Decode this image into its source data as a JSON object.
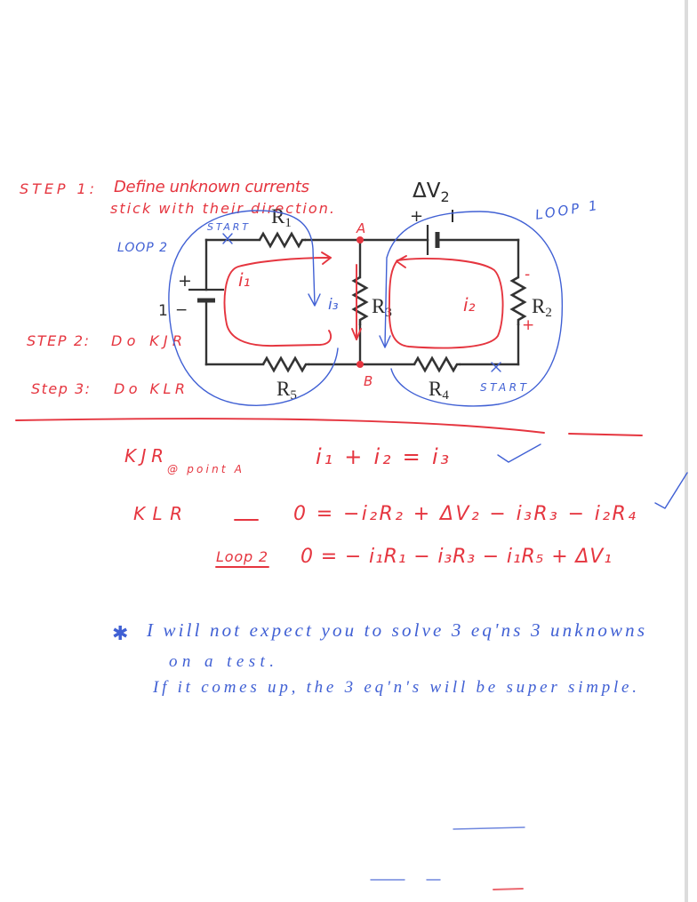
{
  "colors": {
    "red_pen": "#e5353f",
    "blue_pen": "#4060d4",
    "circuit_ink": "#333333"
  },
  "notes": {
    "step1": {
      "label": "STEP 1:",
      "line1": "Define unknown currents",
      "line2": "stick with their direction."
    },
    "step2": {
      "label": "STEP 2:",
      "text": "Do KJR"
    },
    "step3": {
      "label": "Step 3:",
      "text": "Do KLR"
    }
  },
  "circuit": {
    "r1": {
      "symbol": "R",
      "index": "1"
    },
    "r2": {
      "symbol": "R",
      "index": "2"
    },
    "r3": {
      "symbol": "R",
      "index": "3"
    },
    "r4": {
      "symbol": "R",
      "index": "4"
    },
    "r5": {
      "symbol": "R",
      "index": "5"
    },
    "battery2": {
      "symbol": "ΔV",
      "index": "2",
      "plus": "+"
    },
    "battery1": {
      "index": "1",
      "plus": "+",
      "minus": "−"
    },
    "nodes": {
      "a": "A",
      "b": "B"
    },
    "currents": {
      "i1": "i₁",
      "i2": "i₂",
      "i3": "i₃"
    },
    "r2_polarity": {
      "top": "-",
      "bottom": "+"
    },
    "loops": {
      "loop1": "LOOP 1",
      "loop2": "LOOP 2",
      "start_left": "START",
      "start_right": "START"
    }
  },
  "equations": {
    "kjr": {
      "label": "KJR",
      "note": "@ point A",
      "equation": "i₁ + i₂ = i₃"
    },
    "klr": {
      "label": "KLR",
      "equation": "0 = −i₂R₂ + ΔV₂ − i₃R₃ − i₂R₄"
    },
    "loop2": {
      "label": "Loop 2",
      "equation": "0 = − i₁R₁ − i₃R₃ − i₁R₅ + ΔV₁"
    }
  },
  "footnote": {
    "marker": "✱",
    "line1": "I will not expect you to solve 3 eq'ns 3 unknowns",
    "line2": "on a test.",
    "line3": "If it comes up, the 3 eq'n's will be super simple."
  }
}
